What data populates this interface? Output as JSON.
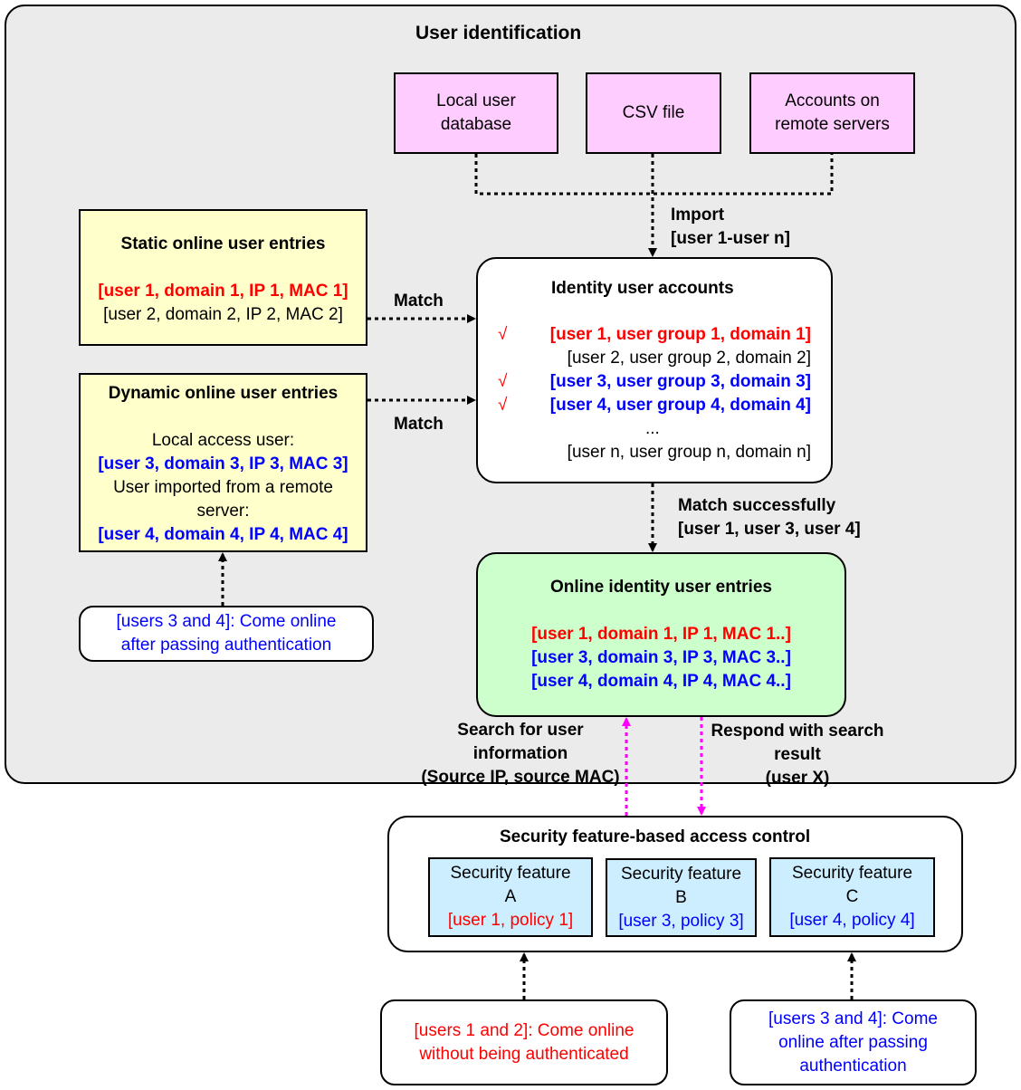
{
  "title": "User identification",
  "sources": {
    "local_db": [
      "Local user",
      "database"
    ],
    "csv": "CSV file",
    "remote": [
      "Accounts on",
      "remote servers"
    ]
  },
  "import_label": [
    "Import",
    "[user 1-user n]"
  ],
  "static_entries": {
    "title": "Static online user entries",
    "row1": "[user 1, domain 1, IP 1, MAC 1]",
    "row2": "[user 2, domain 2, IP 2, MAC 2]"
  },
  "dynamic_entries": {
    "title": "Dynamic online user entries",
    "local_label": "Local access user:",
    "row_local": "[user 3, domain 3, IP 3, MAC 3]",
    "remote_label": [
      "User imported from a remote",
      "server:"
    ],
    "row_remote": "[user 4, domain 4, IP 4, MAC 4]"
  },
  "match_label": "Match",
  "identity_accounts": {
    "title": "Identity user accounts",
    "check": "√",
    "rows": [
      "[user 1, user group 1, domain 1]",
      "[user 2, user group 2, domain 2]",
      "[user 3, user group 3, domain 3]",
      "[user 4, user group 4, domain 4]",
      "...",
      "[user n, user group n, domain n]"
    ]
  },
  "match_success_label": [
    "Match successfully",
    "[user 1, user 3, user 4]"
  ],
  "online_identity": {
    "title": "Online identity user entries",
    "rows": [
      "[user 1, domain 1, IP 1, MAC 1..]",
      "[user 3, domain 3, IP 3, MAC 3..]",
      "[user 4, domain 4, IP 4, MAC 4..]"
    ]
  },
  "auth_note_top": [
    "[users 3 and 4]: Come online",
    "after passing authentication"
  ],
  "search_label": [
    "Search for user",
    "information",
    "(Source IP, source MAC)"
  ],
  "respond_label": [
    "Respond with search",
    "result",
    "(user X)"
  ],
  "security": {
    "title": "Security feature-based access control",
    "features": [
      {
        "name": [
          "Security feature",
          "A"
        ],
        "policy": "[user 1, policy 1]"
      },
      {
        "name": [
          "Security feature",
          "B"
        ],
        "policy": "[user 3, policy 3]"
      },
      {
        "name": [
          "Security feature",
          "C"
        ],
        "policy": "[user 4, policy 4]"
      }
    ]
  },
  "bottom_left_note": [
    "[users 1 and 2]: Come online",
    "without being authenticated"
  ],
  "bottom_right_note": [
    "[users 3 and 4]: Come",
    "online after passing",
    "authentication"
  ],
  "colors": {
    "panel_bg": "#ebebeb",
    "source_fill": "#ffccff",
    "entries_fill": "#ffffcc",
    "online_fill": "#ccffcc",
    "feature_fill": "#cceeff",
    "red": "#ff0000",
    "blue": "#0000ff",
    "magenta": "#ff00ff"
  }
}
